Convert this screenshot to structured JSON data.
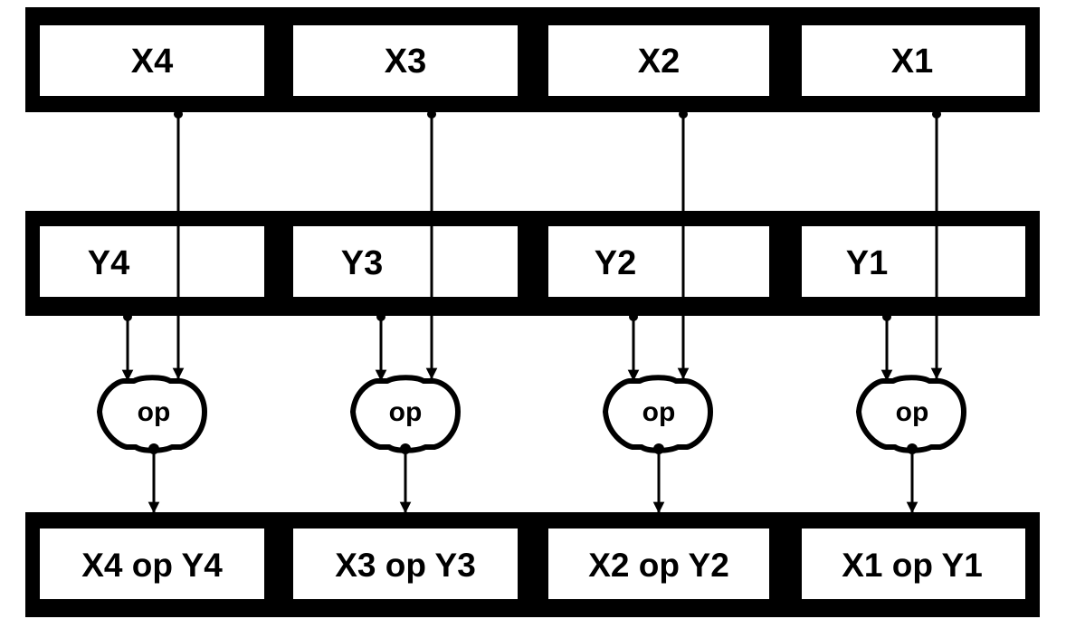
{
  "registers": {
    "x": {
      "cells": [
        "X4",
        "X3",
        "X2",
        "X1"
      ]
    },
    "y": {
      "cells": [
        "Y4",
        "Y3",
        "Y2",
        "Y1"
      ]
    },
    "result": {
      "cells": [
        "X4 op Y4",
        "X3 op Y3",
        "X2 op Y2",
        "X1 op Y1"
      ]
    }
  },
  "operators": [
    "op",
    "op",
    "op",
    "op"
  ],
  "colors": {
    "stroke": "#000000",
    "background": "#ffffff"
  }
}
